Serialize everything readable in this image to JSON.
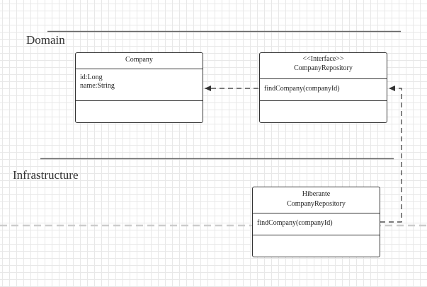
{
  "layers": {
    "domain": "Domain",
    "infrastructure": "Infrastructure"
  },
  "classes": {
    "company": {
      "name": "Company",
      "attributes": [
        "id:Long",
        "name:String"
      ]
    },
    "company_repository": {
      "stereotype": "<<Interface>>",
      "name": "CompanyRepository",
      "methods": [
        "findCompany(companyId)"
      ]
    },
    "hibernate_company_repository": {
      "name_line1": "Hiberante",
      "name_line2": "CompanyRepository",
      "methods": [
        "findCompany(companyId)"
      ]
    }
  },
  "colors": {
    "line": "#333333",
    "separator": "#666666",
    "grid": "#e8e8e8",
    "dashed_boundary": "#cccccc"
  }
}
